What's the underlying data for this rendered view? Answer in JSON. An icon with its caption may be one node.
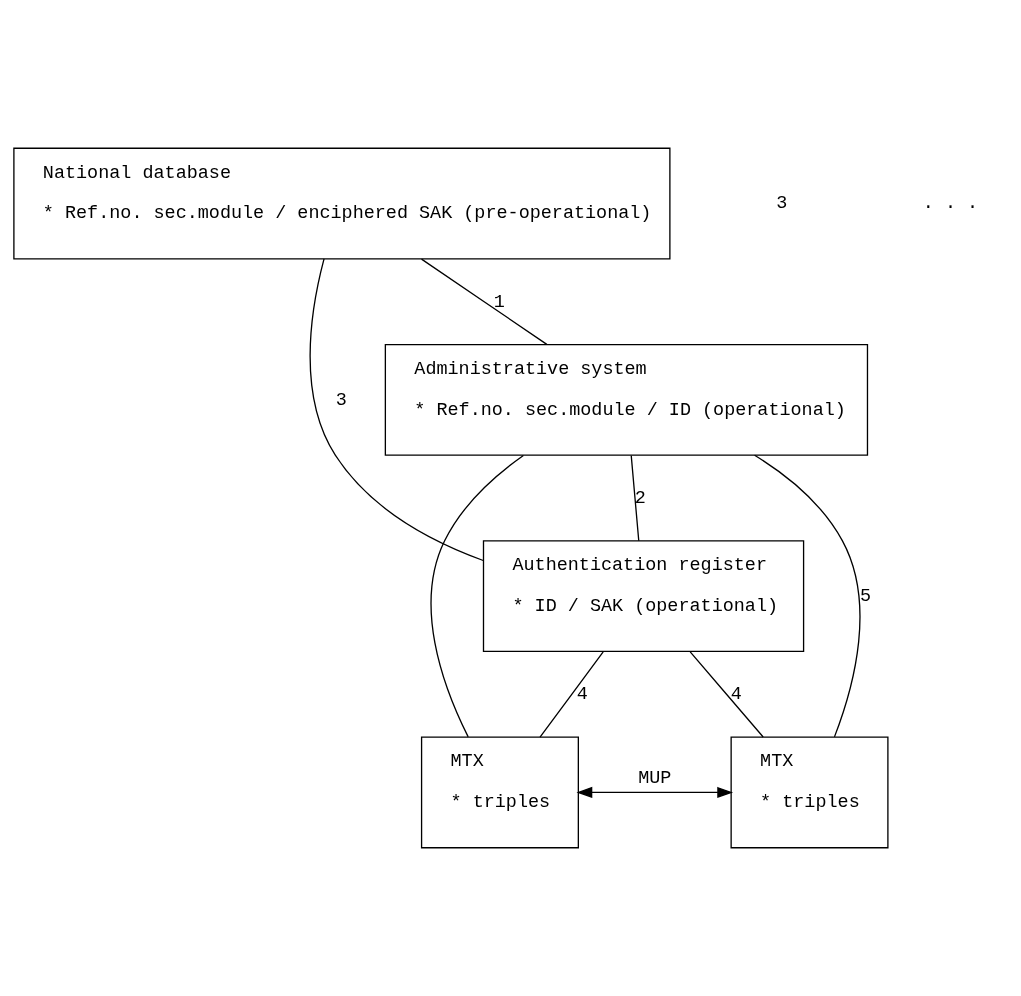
{
  "diagram": {
    "nodes": [
      {
        "text": [
          "National database",
          "* Ref.no. sec.module / enciphered SAK (pre-operational)"
        ]
      },
      {
        "text": [
          "Administrative system",
          "* Ref.no. sec.module / ID (operational)"
        ]
      },
      {
        "text": [
          "Authentication register",
          "* ID / SAK (operational)"
        ]
      },
      {
        "text": [
          "MTX",
          "* triples"
        ]
      },
      {
        "text": [
          "MTX",
          "* triples"
        ]
      }
    ],
    "edges": [
      {
        "from": 0,
        "to": 1,
        "arrow": "none",
        "label": "1"
      },
      {
        "from": 0,
        "to": 2,
        "arrow": "none",
        "label": "3"
      },
      {
        "from": 1,
        "to": 2,
        "arrow": "none",
        "label": "2"
      },
      {
        "from": 2,
        "to": 3,
        "arrow": "none",
        "label": "4"
      },
      {
        "from": 2,
        "to": 4,
        "arrow": "none",
        "label": "4"
      },
      {
        "from": 1,
        "to": 3,
        "arrow": "none"
      },
      {
        "from": 1,
        "to": 4,
        "arrow": "none",
        "label": "5"
      },
      {
        "from": 3,
        "to": 4,
        "arrow": "both",
        "label": "MUP"
      }
    ],
    "labels": [
      "3",
      ". . ."
    ]
  }
}
